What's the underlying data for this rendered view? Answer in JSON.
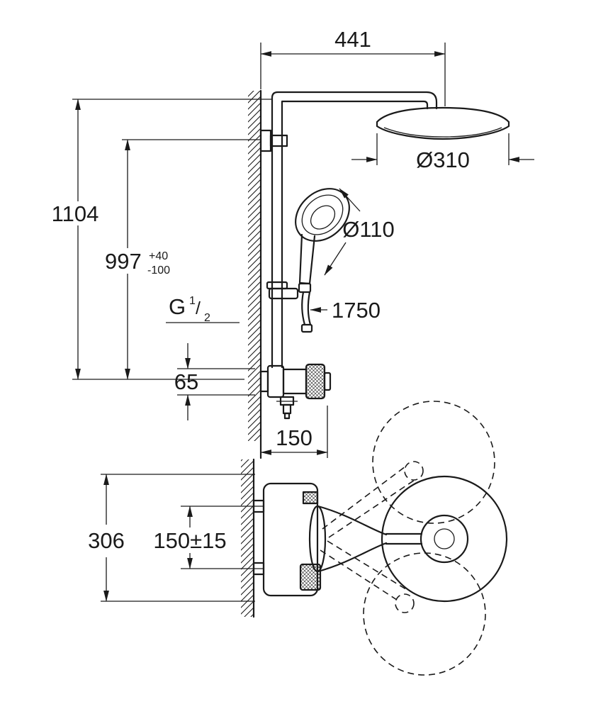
{
  "dims": {
    "width_441": "441",
    "head_diameter": "Ø310",
    "hand_shower_diameter": "Ø110",
    "total_height": "1104",
    "mount_height": "997",
    "mount_height_tol_plus": "+40",
    "mount_height_tol_minus": "-100",
    "thread_letter": "G",
    "thread_numerator": "1",
    "thread_slash": "/",
    "thread_denominator": "2",
    "hose_length": "1750",
    "offset_65": "65",
    "projection_150": "150",
    "plan_width_306": "306",
    "supply_spacing": "150±15"
  },
  "colors": {
    "line": "#1a1a1a",
    "background": "#ffffff"
  }
}
